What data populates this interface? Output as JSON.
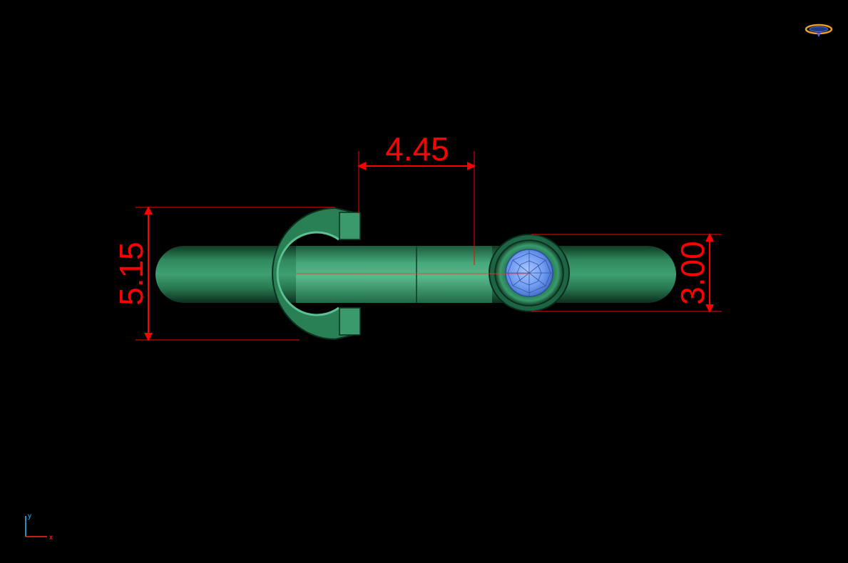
{
  "dimensions": {
    "gap": "4.45",
    "height_left": "5.15",
    "height_right": "3.00"
  },
  "axes": {
    "x_label": "x",
    "y_label": "y"
  },
  "colors": {
    "background": "#000000",
    "dimension": "#ff0000",
    "band": "#2e8a5c",
    "stone": "#6fa0ff",
    "axis_x": "#ff2a2a",
    "axis_y": "#30c0ff",
    "nav_gold": "#f0a020"
  },
  "icons": {
    "view_cube": "view-cube-icon",
    "axis_triad": "axis-triad-icon"
  }
}
